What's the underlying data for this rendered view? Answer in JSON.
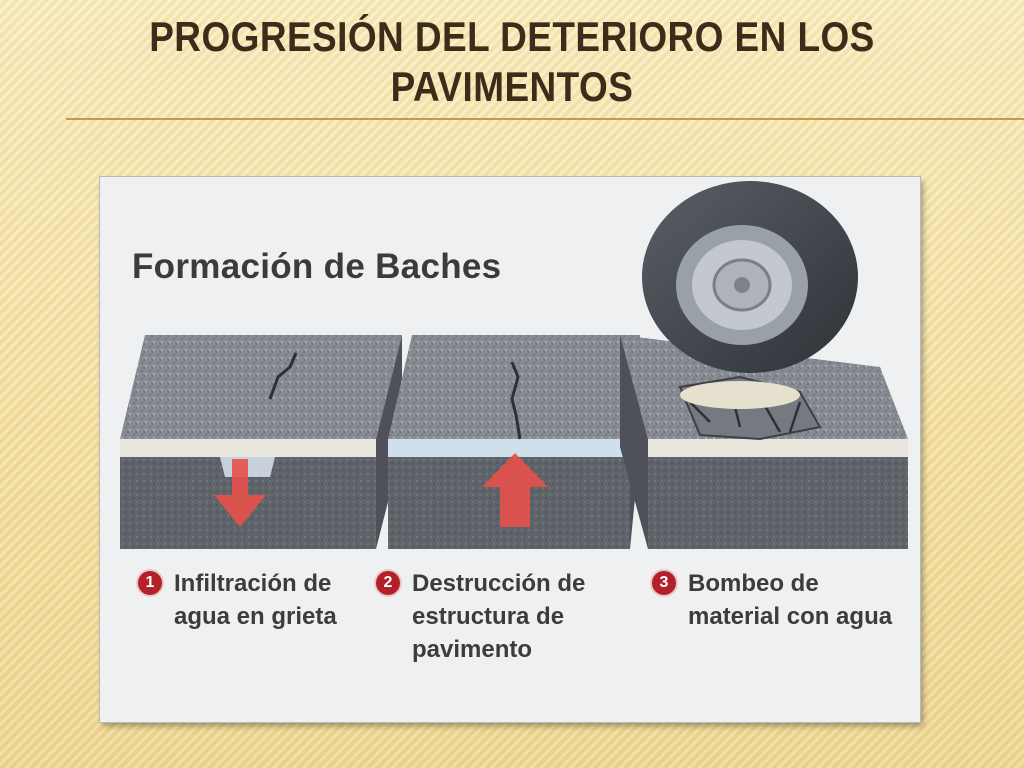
{
  "slide": {
    "title": "PROGRESIÓN DEL DETERIORO EN LOS PAVIMENTOS"
  },
  "figure": {
    "title": "Formación de Baches",
    "steps": [
      {
        "number": "1",
        "text": "Infiltración de agua en grieta"
      },
      {
        "number": "2",
        "text": "Destrucción de estructura de pavimento"
      },
      {
        "number": "3",
        "text": "Bombeo de material con agua"
      }
    ]
  },
  "colors": {
    "title": "#3d2c19",
    "rule": "#c79a4a",
    "asphalt": "#8d9096",
    "base_layer": "#e9e6dd",
    "arrow": "#e8504a",
    "badge": "#b3202a"
  },
  "icons": [
    "wheel-icon",
    "arrow-down-icon",
    "arrow-up-icon"
  ]
}
